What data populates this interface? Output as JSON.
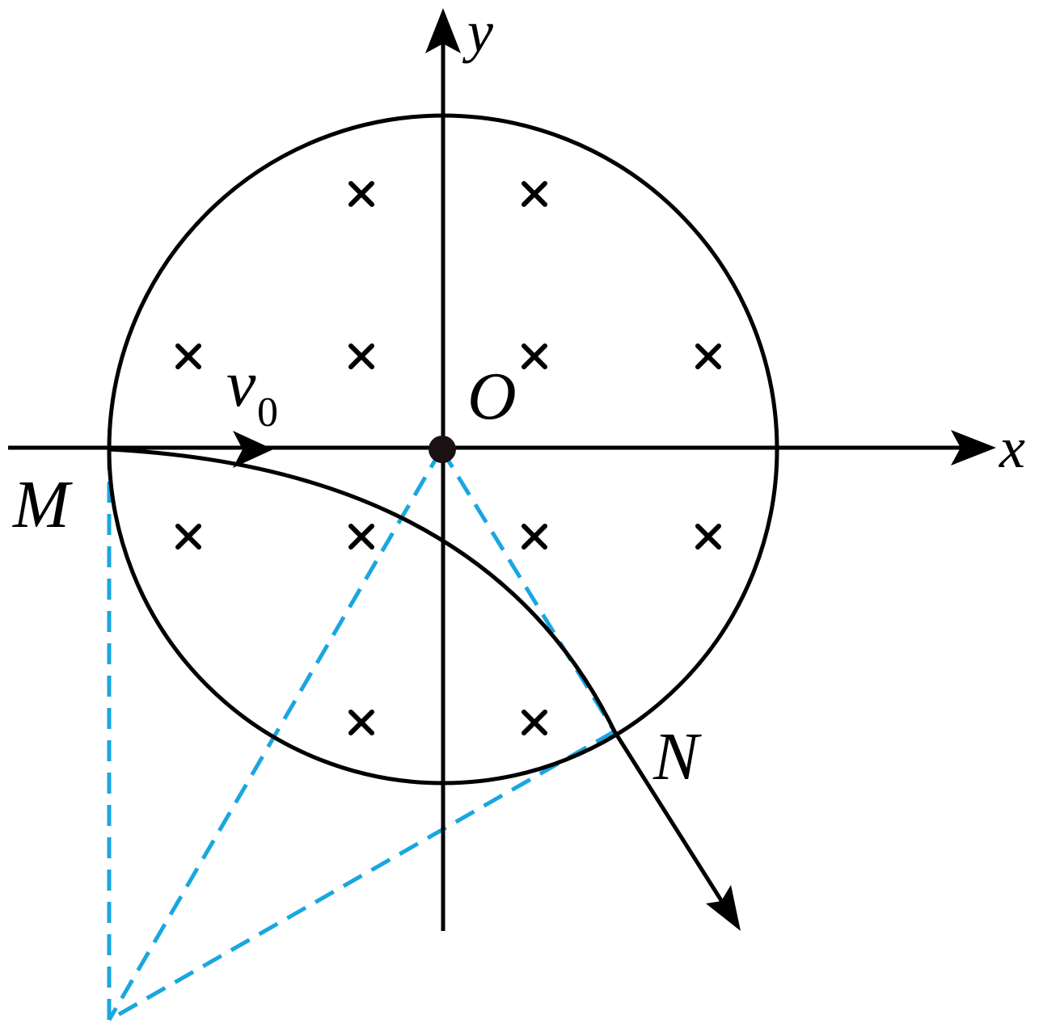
{
  "labels": {
    "x_axis": "x",
    "y_axis": "y",
    "origin": "O",
    "point_m": "M",
    "point_n": "N",
    "velocity": "v",
    "velocity_sub": "0"
  },
  "field": {
    "symbol": "×",
    "marks": [
      {
        "row": 1,
        "col": 2
      },
      {
        "row": 1,
        "col": 3
      },
      {
        "row": 2,
        "col": 1
      },
      {
        "row": 2,
        "col": 2
      },
      {
        "row": 2,
        "col": 3
      },
      {
        "row": 2,
        "col": 4
      },
      {
        "row": 3,
        "col": 1
      },
      {
        "row": 3,
        "col": 2
      },
      {
        "row": 3,
        "col": 3
      },
      {
        "row": 3,
        "col": 4
      },
      {
        "row": 4,
        "col": 2
      },
      {
        "row": 4,
        "col": 3
      }
    ]
  },
  "colors": {
    "stroke": "#000000",
    "construction": "#1aa6e0"
  }
}
